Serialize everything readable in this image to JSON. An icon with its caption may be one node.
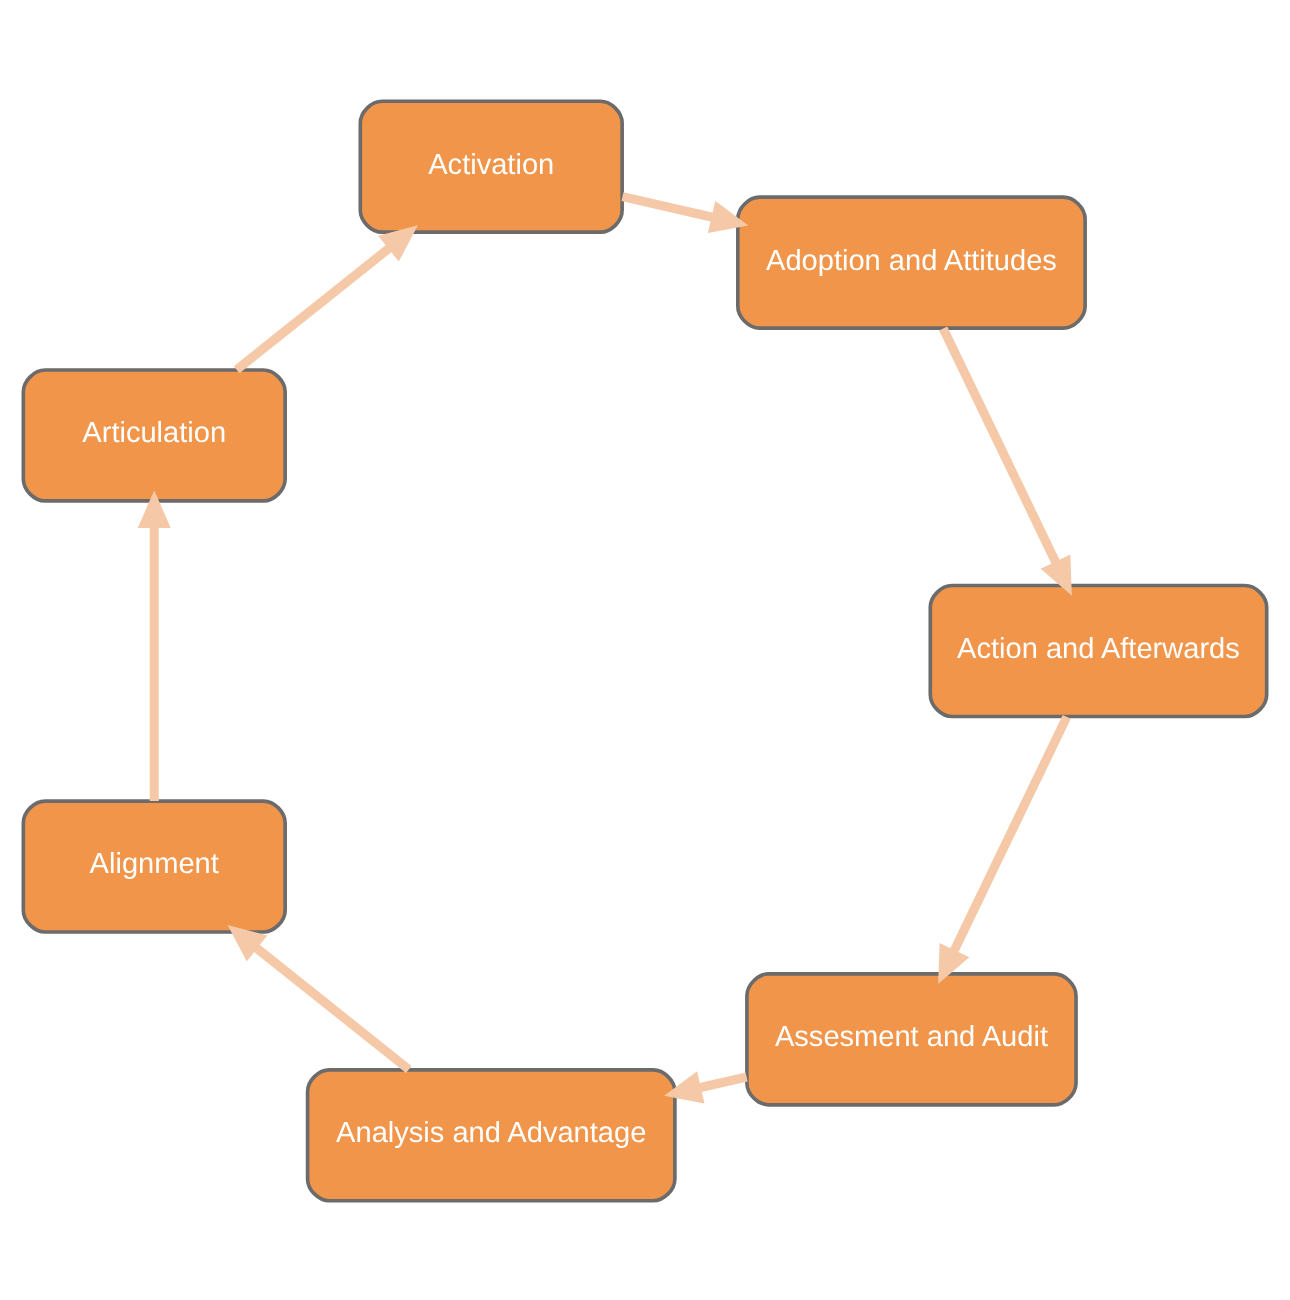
{
  "diagram": {
    "nodes": [
      {
        "text": [
          "Assesment and Audit"
        ]
      },
      {
        "text": [
          "Analysis and Advantage"
        ]
      },
      {
        "text": [
          "Alignment"
        ]
      },
      {
        "text": [
          "Articulation"
        ]
      },
      {
        "text": [
          "Activation"
        ]
      },
      {
        "text": [
          "Adoption and Attitudes"
        ]
      },
      {
        "text": [
          "Action and Afterwards"
        ]
      }
    ],
    "edges": [
      {
        "from": 0,
        "to": 1,
        "arrow": "to"
      },
      {
        "from": 1,
        "to": 2,
        "arrow": "to"
      },
      {
        "from": 2,
        "to": 3,
        "arrow": "to"
      },
      {
        "from": 3,
        "to": 4,
        "arrow": "to"
      },
      {
        "from": 4,
        "to": 5,
        "arrow": "to"
      },
      {
        "from": 5,
        "to": 6,
        "arrow": "to"
      },
      {
        "from": 6,
        "to": 0,
        "arrow": "to"
      }
    ]
  }
}
